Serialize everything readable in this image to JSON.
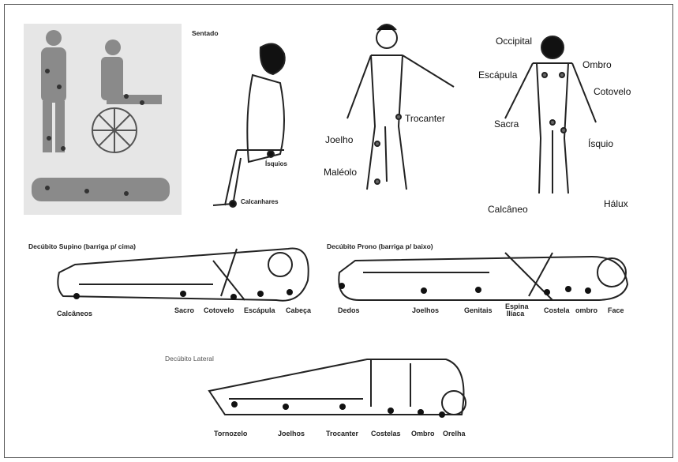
{
  "sitting": {
    "title": "Sentado",
    "labels": [
      "Ísquios",
      "Calcanhares"
    ]
  },
  "front": {
    "labels": [
      "Trocanter",
      "Joelho",
      "Maléolo"
    ]
  },
  "back": {
    "labels": [
      "Occipital",
      "Ombro",
      "Escápula",
      "Cotovelo",
      "Sacra",
      "Ísquio",
      "Calcâneo",
      "Hálux"
    ]
  },
  "supine": {
    "title": "Decúbito Supino (barriga p/ cima)",
    "labels": [
      "Calcâneos",
      "Sacro",
      "Cotovelo",
      "Escápula",
      "Cabeça"
    ]
  },
  "prone": {
    "title": "Decúbito Prono (barriga p/ baixo)",
    "labels": [
      "Dedos",
      "Joelhos",
      "Genitais",
      "Espina Ilíaca",
      "Costela",
      "ombro",
      "Face"
    ]
  },
  "lateral": {
    "title": "Decúbito Lateral",
    "labels": [
      "Tornozelo",
      "Joelhos",
      "Trocanter",
      "Costelas",
      "Ombro",
      "Orelha"
    ]
  }
}
